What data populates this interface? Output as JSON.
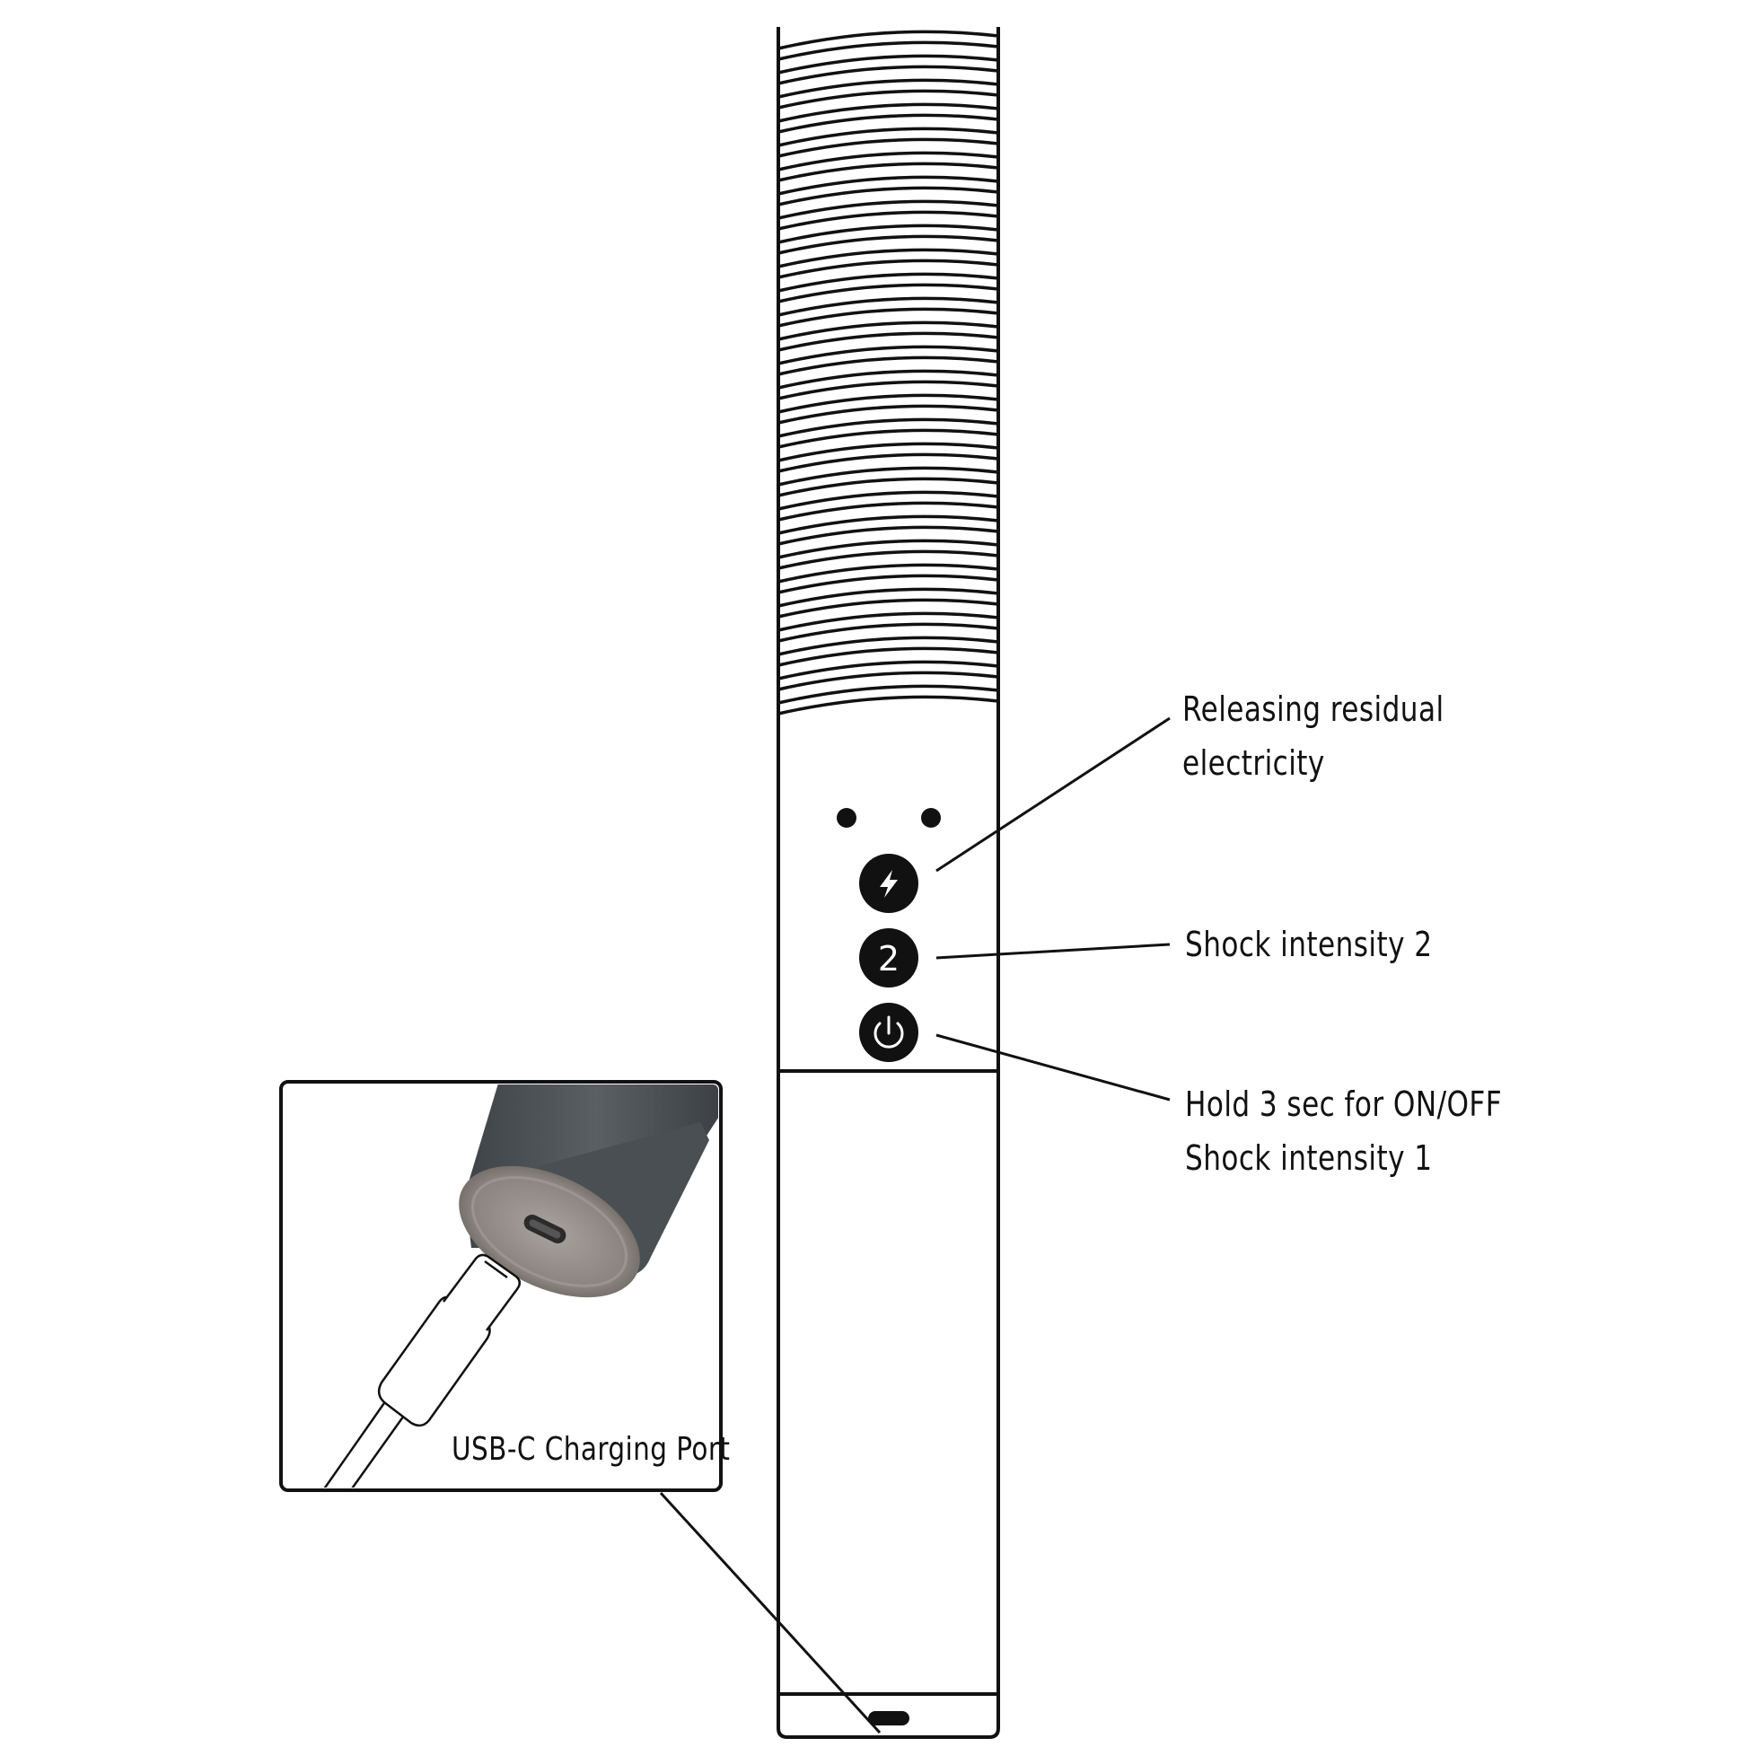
{
  "callouts": {
    "residual": {
      "line1": "Releasing residual",
      "line2": "electricity"
    },
    "intensity2": {
      "line1": "Shock intensity 2"
    },
    "power": {
      "line1": "Hold 3 sec for ON/OFF",
      "line2": "Shock intensity 1"
    },
    "usb": {
      "line1": "USB-C Charging Port"
    }
  },
  "buttons": {
    "intensity2_glyph": "2"
  },
  "icons": {
    "lightning": "lightning-icon",
    "power": "power-icon",
    "usb_port": "usb-c-port-icon"
  },
  "colors": {
    "ink": "#111111",
    "device_gray": "#4a4f53",
    "metal": "#8a8480"
  }
}
